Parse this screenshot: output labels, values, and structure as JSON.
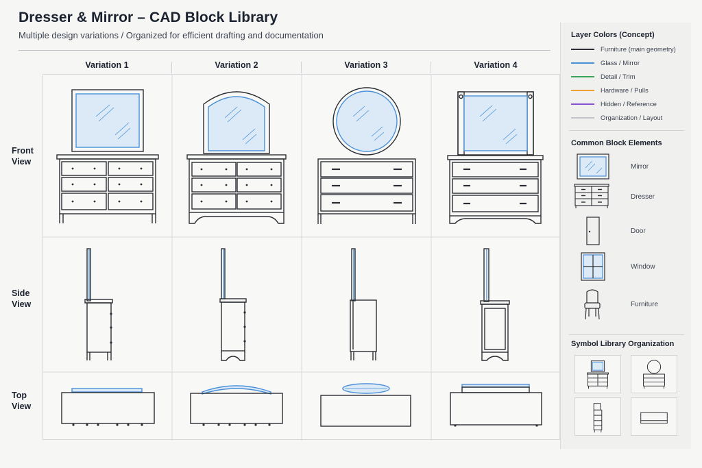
{
  "header": {
    "title": "Dresser & Mirror – CAD Block Library",
    "subtitle": "Multiple design variations  /  Organized for efficient drafting and documentation"
  },
  "columns": [
    "Variation 1",
    "Variation 2",
    "Variation 3",
    "Variation 4"
  ],
  "rows": [
    {
      "line1": "Front",
      "line2": "View"
    },
    {
      "line1": "Side",
      "line2": "View"
    },
    {
      "line1": "Top",
      "line2": "View"
    }
  ],
  "panel": {
    "layer_title": "Layer Colors (Concept)",
    "layers": [
      {
        "label": "Furniture (main geometry)",
        "color": "#2a2d33"
      },
      {
        "label": "Glass / Mirror",
        "color": "#4a90d9"
      },
      {
        "label": "Detail / Trim",
        "color": "#3aa655"
      },
      {
        "label": "Hardware / Pulls",
        "color": "#f0a030"
      },
      {
        "label": "Hidden / Reference",
        "color": "#8a4fd0"
      },
      {
        "label": "Organization / Layout",
        "color": "#c2c4c7"
      }
    ],
    "elements_title": "Common Block Elements",
    "elements": [
      {
        "label": "Mirror",
        "icon": "mirror-icon"
      },
      {
        "label": "Dresser",
        "icon": "dresser-icon"
      },
      {
        "label": "Door",
        "icon": "door-icon"
      },
      {
        "label": "Window",
        "icon": "window-icon"
      },
      {
        "label": "Furniture",
        "icon": "chair-icon"
      }
    ],
    "org_title": "Symbol Library Organization"
  }
}
